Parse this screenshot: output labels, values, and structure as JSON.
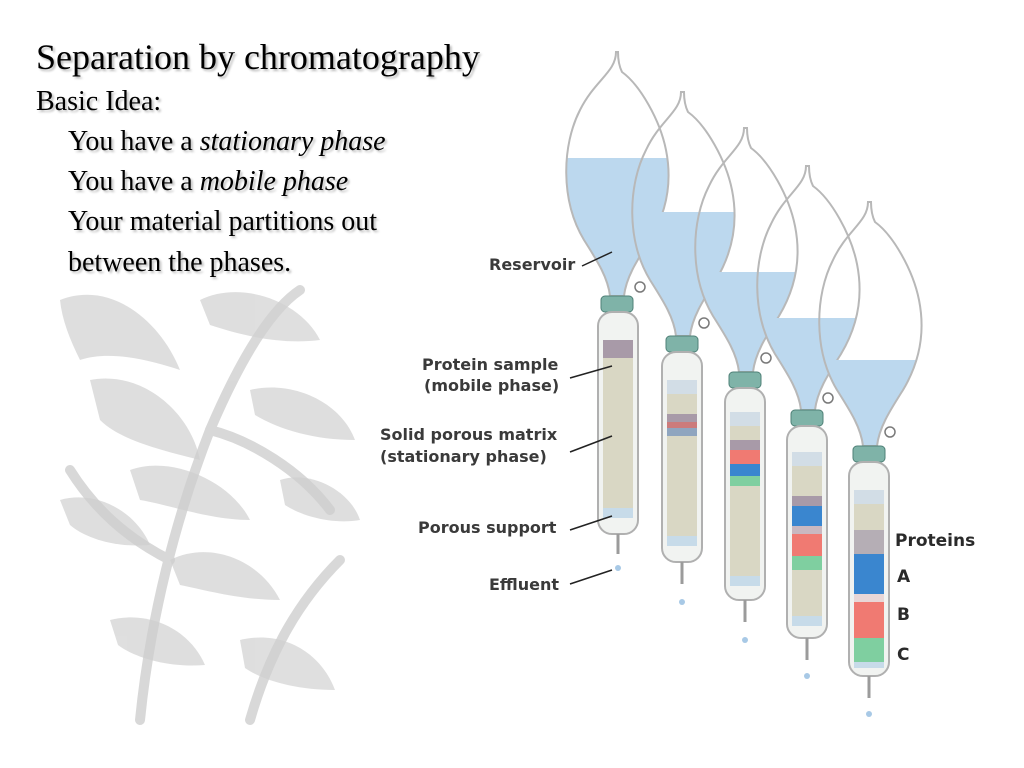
{
  "slide": {
    "title": "Separation by chromatography",
    "lines": [
      {
        "text": "Basic Idea:"
      },
      {
        "text": "You have a ",
        "emph": "stationary phase"
      },
      {
        "text": "You have a ",
        "emph": "mobile phase"
      },
      {
        "text": "Your material partitions out"
      },
      {
        "text": "between the phases."
      }
    ]
  },
  "diagram": {
    "labels": {
      "reservoir": "Reservoir",
      "protein_sample_1": "Protein sample",
      "protein_sample_2": "(mobile phase)",
      "matrix_1": "Solid porous matrix",
      "matrix_2": "(stationary phase)",
      "porous_support": "Porous support",
      "effluent": "Effluent"
    },
    "legend": {
      "title": "Proteins",
      "items": [
        {
          "label": "A",
          "color": "#3a86cf"
        },
        {
          "label": "B",
          "color": "#f07a72"
        },
        {
          "label": "C",
          "color": "#7fcfa0"
        }
      ]
    }
  }
}
